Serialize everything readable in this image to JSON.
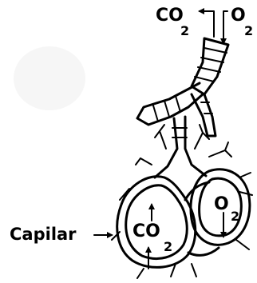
{
  "labels": {
    "top_left": "CO",
    "top_left_sub": "2",
    "top_right": "O",
    "top_right_sub": "2",
    "capillary": "Capilar",
    "alveolus_left": "CO",
    "alveolus_left_sub": "2",
    "alveolus_right": "O",
    "alveolus_right_sub": "2"
  },
  "colors": {
    "ink": "#000000",
    "background": "#ffffff"
  }
}
